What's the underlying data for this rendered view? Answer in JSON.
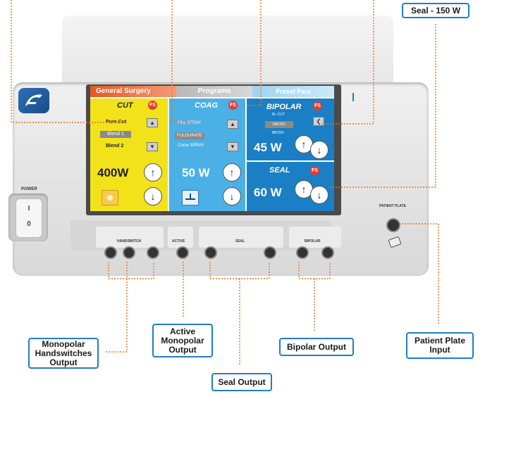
{
  "colors": {
    "accent": "#e8741c",
    "callout_border": "#1f7fc4",
    "cut_panel": "#f2e21a",
    "coag_panel": "#4ab0e6",
    "bipolar_panel": "#1a7fc4"
  },
  "callouts": {
    "seal_150": "Seal - 150 W",
    "monopolar": "Monopolar Handswitches Output",
    "active": "Active Monopolar Output",
    "bipolar": "Bipolar Output",
    "patient_plate": "Patient Plate Input",
    "seal_output": "Seal Output"
  },
  "screen": {
    "tabs": [
      "General Surgery",
      "Programs",
      "Preset Para"
    ],
    "cut": {
      "title": "CUT",
      "fs": "FS",
      "modes": [
        "Pure Cut",
        "Blend 1",
        "Blend 2"
      ],
      "power": "400W"
    },
    "coag": {
      "title": "COAG",
      "fs": "FS",
      "modes": [
        "Fine SPRAY",
        "FULGURATE",
        "Corse SPRAY"
      ],
      "power": "50 W"
    },
    "bipolar": {
      "title": "BIPOLAR",
      "fs": "FS",
      "modes": [
        "Bi- CUT",
        "MACRO",
        "MICRO"
      ],
      "power": "45 W"
    },
    "seal": {
      "title": "SEAL",
      "fs": "FS",
      "power": "60 W"
    }
  },
  "panel": {
    "power_label": "POWER",
    "power_on": "I",
    "power_off": "0",
    "ports": [
      "HANDSWITCH",
      "ACTIVE",
      "SEAL",
      "BIPOLAR"
    ],
    "patient_plate_label": "PATIENT PLATE"
  }
}
